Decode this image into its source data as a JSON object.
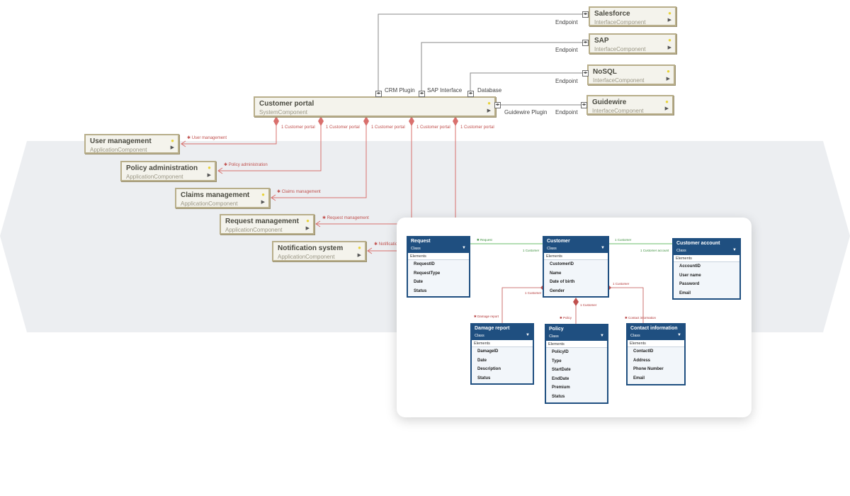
{
  "main_diagram": {
    "portal": {
      "title": "Customer portal",
      "type": "SystemComponent"
    },
    "interfaces": [
      {
        "title": "Salesforce",
        "type": "InterfaceComponent",
        "port_label": "Endpoint"
      },
      {
        "title": "SAP",
        "type": "InterfaceComponent",
        "port_label": "Endpoint"
      },
      {
        "title": "NoSQL",
        "type": "InterfaceComponent",
        "port_label": "Endpoint"
      },
      {
        "title": "Guidewire",
        "type": "InterfaceComponent",
        "port_label": "Endpoint"
      }
    ],
    "portal_ports": [
      "CRM Plugin",
      "SAP Interface",
      "Database",
      "Guidewire Plugin"
    ],
    "applications": [
      {
        "title": "User management",
        "type": "ApplicationComponent",
        "role": "User management"
      },
      {
        "title": "Policy administration",
        "type": "ApplicationComponent",
        "role": "Policy administration"
      },
      {
        "title": "Claims management",
        "type": "ApplicationComponent",
        "role": "Claims management"
      },
      {
        "title": "Request management",
        "type": "ApplicationComponent",
        "role": "Request management"
      },
      {
        "title": "Notification system",
        "type": "ApplicationComponent",
        "role": "Notification"
      }
    ],
    "portal_role": "1 Customer portal"
  },
  "class_diagram": {
    "elements_label": "Elements",
    "classes": [
      {
        "name": "Request",
        "stereotype": "Class",
        "attributes": [
          "RequestID",
          "RequestType",
          "Date",
          "Status"
        ]
      },
      {
        "name": "Customer",
        "stereotype": "Class",
        "attributes": [
          "CustomerID",
          "Name",
          "Date of birth",
          "Gender"
        ]
      },
      {
        "name": "Customer account",
        "stereotype": "Class",
        "attributes": [
          "AccountID",
          "User name",
          "Password",
          "Email"
        ]
      },
      {
        "name": "Damage report",
        "stereotype": "Class",
        "attributes": [
          "DamageID",
          "Date",
          "Description",
          "Status"
        ]
      },
      {
        "name": "Policy",
        "stereotype": "Class",
        "attributes": [
          "PolicyID",
          "Type",
          "StartDate",
          "EndDate",
          "Premium",
          "Status"
        ]
      },
      {
        "name": "Contact information",
        "stereotype": "Class",
        "attributes": [
          "ContactID",
          "Address",
          "Phone Number",
          "Email"
        ]
      }
    ],
    "assoc_labels": {
      "request": "✱ Request",
      "customer_req": "1 Customer",
      "customer_acc": "1 Customer",
      "customer_account": "1 Customer account",
      "damage_cust": "1 Customer",
      "damage_report": "✱ Damage report",
      "policy_cust": "1 Customer",
      "policy": "✱ Policy",
      "contact_cust": "1 Customer",
      "contact": "✱ Contact information"
    }
  }
}
